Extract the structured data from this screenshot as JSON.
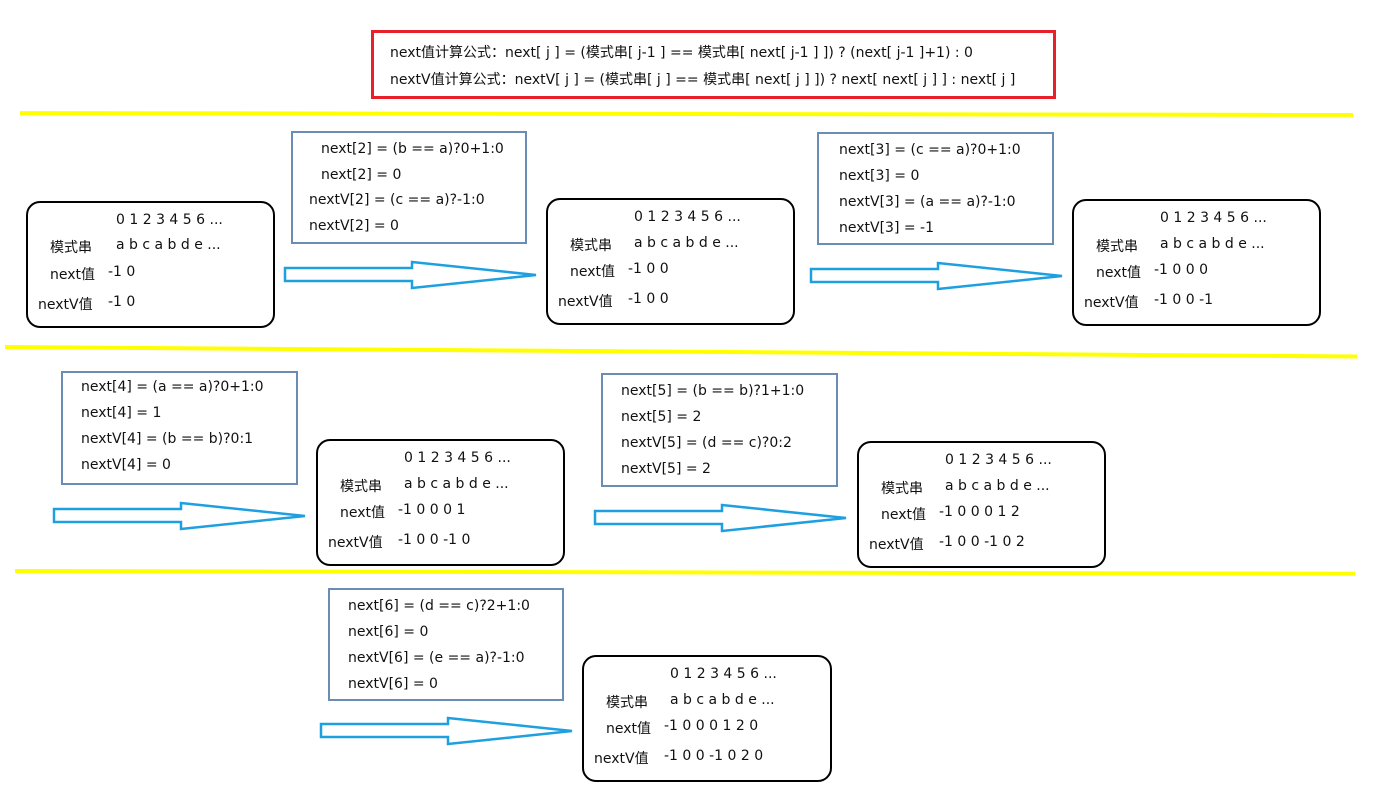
{
  "formulas": {
    "next": "next值计算公式：next[ j ] =   (模式串[ j-1 ] == 模式串[ next[ j-1 ] ])  ? (next[ j-1 ]+1) : 0",
    "nextv": "nextV值计算公式：nextV[ j ] =   (模式串[ j ] == 模式串[ next[ j ] ])  ? next[ next[ j ] ] : next[ j ]"
  },
  "labels": {
    "pattern": "模式串",
    "next": "next值",
    "nextv": "nextV值",
    "indices": "0  1  2  3  4  5  6 ...",
    "chars": "a  b  c  a  b  d  e ..."
  },
  "states": [
    {
      "next": "-1  0",
      "nextv": "-1  0"
    },
    {
      "next": "-1  0  0",
      "nextv": "-1  0  0"
    },
    {
      "next": "-1  0  0  0",
      "nextv": "-1  0  0 -1"
    },
    {
      "next": "-1  0  0  0  1",
      "nextv": "-1  0  0  -1 0"
    },
    {
      "next": "-1  0  0  0  1  2",
      "nextv": "-1  0  0  -1 0  2"
    },
    {
      "next": "-1  0  0  0  1  2  0",
      "nextv": "-1  0  0  -1 0  2  0"
    }
  ],
  "calcs": [
    [
      "next[2] = (b == a)?0+1:0",
      "next[2] = 0",
      "nextV[2] = (c == a)?-1:0",
      "nextV[2] = 0"
    ],
    [
      "next[3] = (c == a)?0+1:0",
      "next[3] = 0",
      "nextV[3] = (a == a)?-1:0",
      "nextV[3] = -1"
    ],
    [
      "next[4] = (a == a)?0+1:0",
      "next[4] = 1",
      "nextV[4] = (b == b)?0:1",
      "nextV[4] = 0"
    ],
    [
      "next[5] = (b == b)?1+1:0",
      "next[5] = 2",
      "nextV[5] = (d == c)?0:2",
      "nextV[5] = 2"
    ],
    [
      "next[6] = (d == c)?2+1:0",
      "next[6] = 0",
      "nextV[6] = (e == a)?-1:0",
      "nextV[6] = 0"
    ]
  ],
  "colors": {
    "formula_border": "#e8202a",
    "divider": "#ffff00",
    "arrow": "#1ea0e0",
    "calc_border": "#6b8db5"
  }
}
